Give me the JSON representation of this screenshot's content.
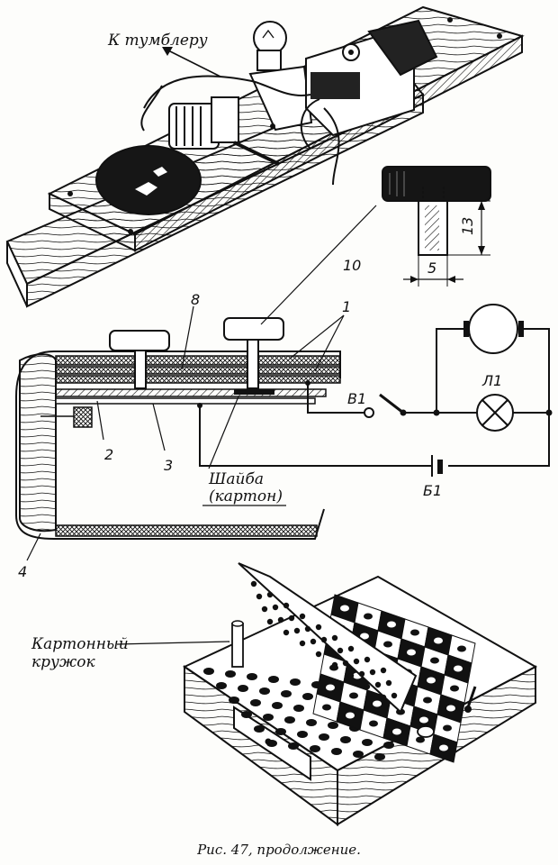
{
  "top_drawing": {
    "label_switch": "К тумблеру"
  },
  "knob_detail": {
    "dim_height": "13",
    "dim_width": "5"
  },
  "section_view": {
    "callout_8": "8",
    "callout_10": "10",
    "callout_1": "1",
    "callout_2": "2",
    "callout_3": "3",
    "callout_4": "4",
    "washer_line1": "Шайба",
    "washer_line2": "(картон)"
  },
  "circuit": {
    "switch_label": "В1",
    "lamp_label": "Л1",
    "battery_label": "Б1"
  },
  "bottom_drawing": {
    "disc_line1": "Картонный",
    "disc_line2": "кружок"
  },
  "caption": "Рис. 47, продолжение.",
  "colors": {
    "ink": "#111111",
    "paper": "#fdfdfb"
  }
}
